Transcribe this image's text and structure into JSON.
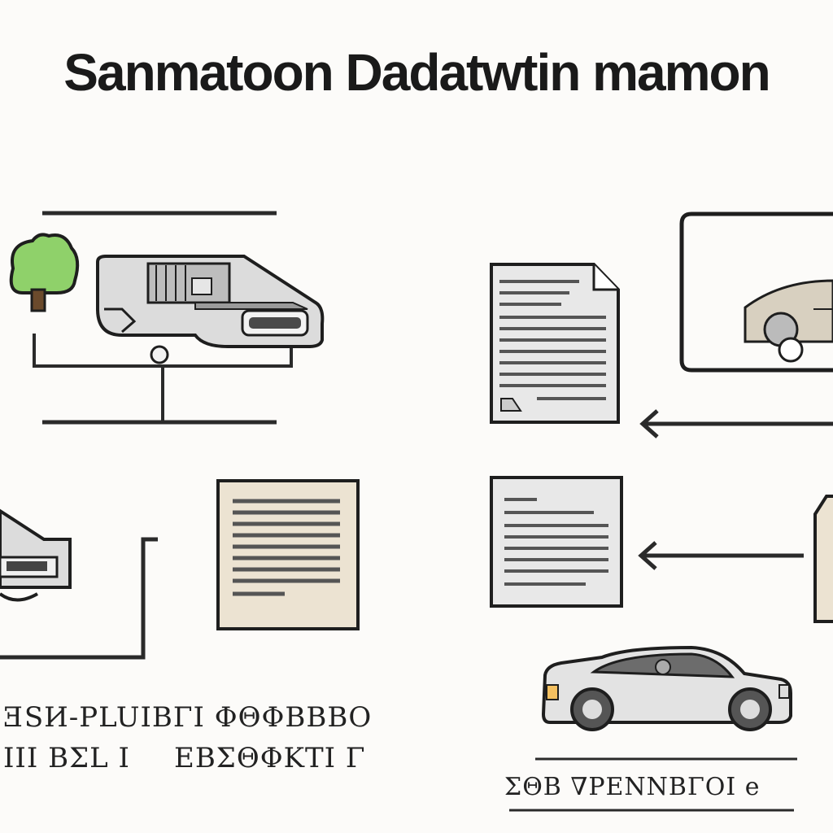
{
  "title": "Sanmatoon Dadatwtin mamon",
  "captions": [
    "ƎЅИ-РLUΙΒΓΙ ΦΘΦΒΒΒΟ",
    "ΙΙΙ ΒΣL Ι",
    "ΕΒΣΘΦΚΤΙ Γ",
    "ΣΘΒ ∇ΡΕΝΝΒΓΟΙ e"
  ],
  "colors": {
    "line": "#2a2a2a",
    "device_fill": "#dcdcdc",
    "doc_fill": "#ece3d2",
    "plant_green": "#8fd16a",
    "car_body": "#e0e0e0"
  },
  "icons": [
    "cloud-plant-icon",
    "scanner-device-icon",
    "document-icon",
    "car-panel-icon",
    "car-sedan-icon",
    "arrow-left-icon"
  ]
}
